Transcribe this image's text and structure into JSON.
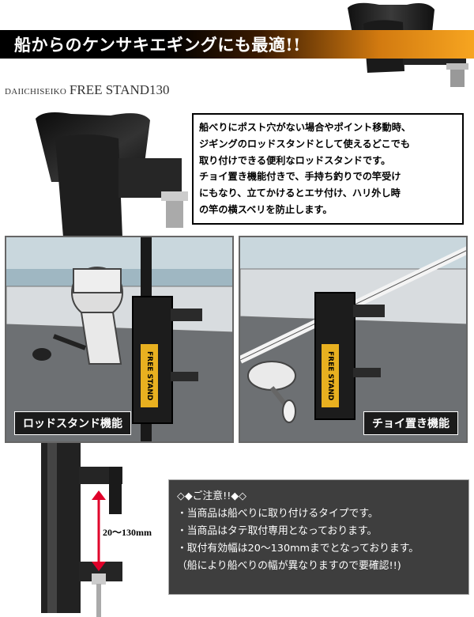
{
  "banner": {
    "text": "船からのケンサキエギングにも最適!!"
  },
  "product": {
    "brand": "DAIICHISEIKO",
    "model": "FREE STAND130"
  },
  "description": {
    "lines": [
      "船べりにポスト穴がない場合やポイント移動時、",
      "ジギングのロッドスタンドとして使えるどこでも",
      "取り付けできる便利なロッドスタンドです。",
      "チョイ置き機能付きで、手持ち釣りでの竿受け",
      "にもなり、立てかけるとエサ付け、ハリ外し時",
      "の竿の横スベリを防止します。"
    ]
  },
  "panels": {
    "left_label": "ロッドスタンド機能",
    "right_label": "チョイ置き機能",
    "stand_logo_a": "FREE",
    "stand_logo_b": "STAND"
  },
  "dimension": {
    "label": "20〜130mm"
  },
  "notice": {
    "title": "◇◆ご注意!!◆◇",
    "items": [
      "・当商品は船べりに取り付けるタイプです。",
      "・当商品はタテ取付専用となっております。",
      "・取付有効幅は20〜130mmまでとなっております。",
      "（船により船べりの幅が異なりますので要確認!!)"
    ]
  },
  "colors": {
    "banner_accent": "#f7a520",
    "stand_logo": "#e8b020",
    "dimension_arrow": "#e0002a",
    "notice_bg": "#3e3e3e"
  }
}
